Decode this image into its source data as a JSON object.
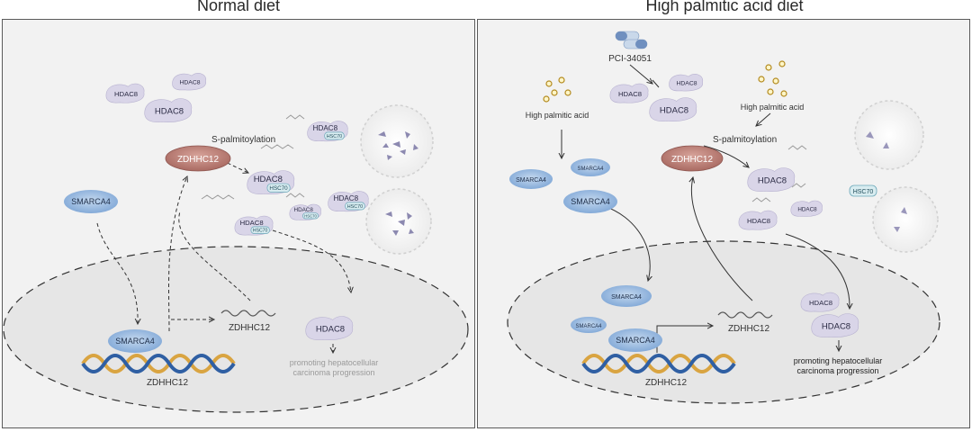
{
  "left": {
    "title": "Normal diet",
    "hdac8": "HDAC8",
    "hsc70": "HSC70",
    "smarca4": "SMARCA4",
    "zdhhc12": "ZDHHC12",
    "s_palmitoylation": "S-palmitoylation",
    "gene_zdhhc12": "ZDHHC12",
    "mrna_zdhhc12": "ZDHHC12",
    "outcome_line1": "promoting hepatocellular",
    "outcome_line2": "carcinoma progression"
  },
  "right": {
    "title": "High palmitic acid diet",
    "drug": "PCI-34051",
    "palmitic_left": "High palmitic acid",
    "palmitic_right": "High palmitic acid",
    "hdac8": "HDAC8",
    "hsc70": "HSC70",
    "smarca4": "SMARCA4",
    "zdhhc12": "ZDHHC12",
    "s_palmitoylation": "S-palmitoylation",
    "gene_zdhhc12": "ZDHHC12",
    "mrna_zdhhc12": "ZDHHC12",
    "outcome_line1": "promoting hepatocellular",
    "outcome_line2": "carcinoma progression"
  },
  "colors": {
    "hdac8": "#d9d5e8",
    "hdac8_outline": "#b8b2d0",
    "smarca4": "#8fb2dc",
    "zdhhc12": "#b3766e",
    "hsc70": "#d8ecf0",
    "hsc70_outline": "#6aa7b8",
    "nucleus": "#e6e6e6",
    "dna_gold": "#d9a441",
    "dna_blue": "#2f5fa3"
  }
}
